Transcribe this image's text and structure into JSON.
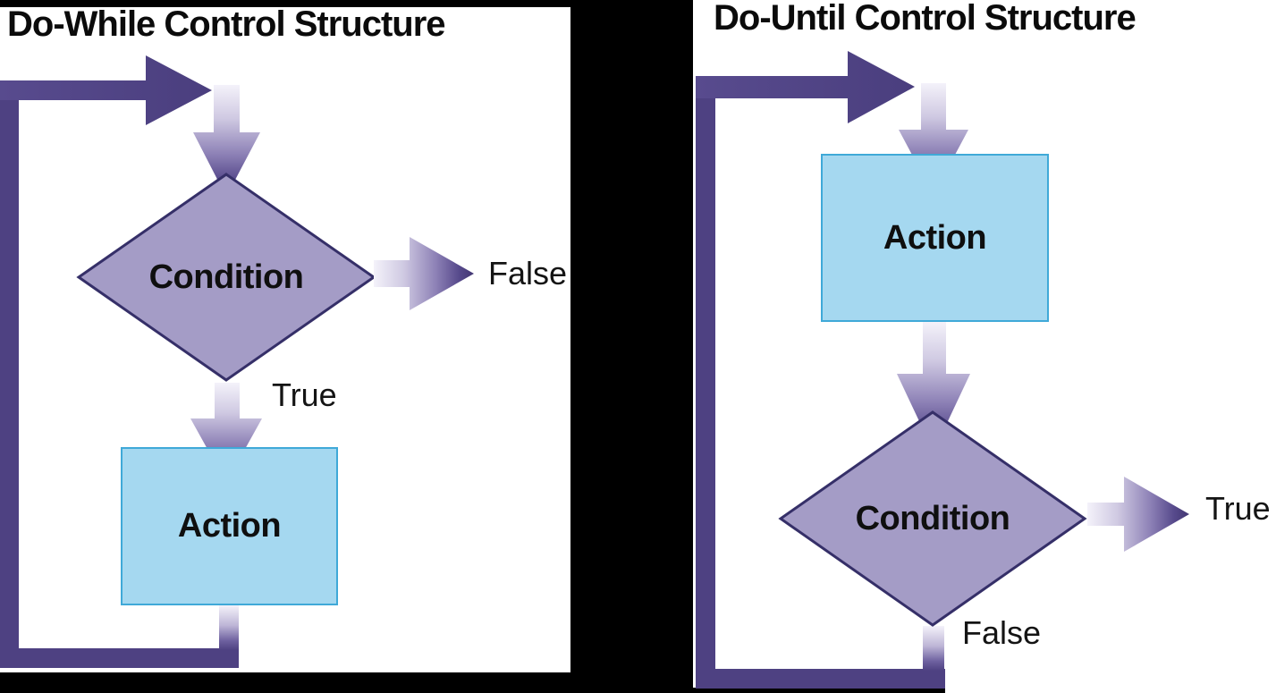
{
  "colors": {
    "loop_purple": "#4e4182",
    "arrow_gradient_light": "#f4f2fa",
    "arrow_gradient_dark": "#423672",
    "diamond_fill": "#a49cc6",
    "diamond_border": "#352f68",
    "action_box_fill": "#a5d8f0",
    "action_box_border": "#3fa9d8",
    "frame_black": "#000000",
    "panel_white": "#ffffff",
    "text_black": "#0b0b0b"
  },
  "panels": [
    {
      "id": "do-while",
      "title": "Do-While Control Structure",
      "nodes": {
        "decision": "Condition",
        "action": "Action"
      },
      "branches": {
        "exit": "False",
        "loop": "True"
      }
    },
    {
      "id": "do-until",
      "title": "Do-Until Control Structure",
      "nodes": {
        "decision": "Condition",
        "action": "Action"
      },
      "branches": {
        "exit": "True",
        "loop": "False"
      }
    }
  ]
}
